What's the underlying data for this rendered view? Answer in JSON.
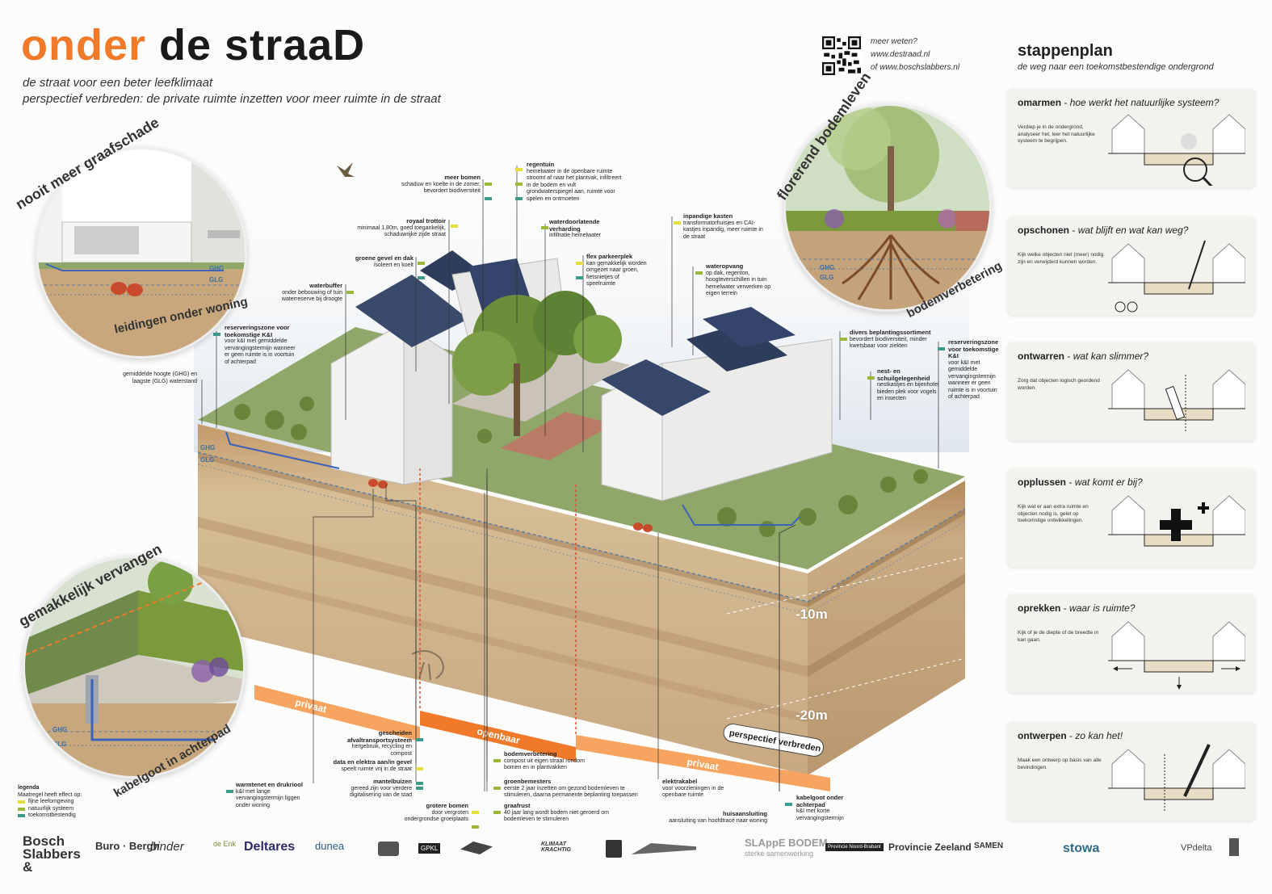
{
  "header": {
    "title_part1": "onder",
    "title_part2": "de straaD",
    "subtitle1": "de straat voor een beter leefklimaat",
    "subtitle2": "perspectief verbreden: de private ruimte inzetten voor meer ruimte in de straat",
    "info_label": "meer weten?",
    "info_url1": "www.destraad.nl",
    "info_url2": "of www.boschslabbers.nl"
  },
  "circles": {
    "top_left_title": "nooit meer graafschade",
    "top_left_caption": "leidingen onder woning",
    "top_right_title": "florerend bodemleven",
    "top_right_caption": "bodemverbetering",
    "bottom_left_title": "gemakkelijk vervangen",
    "bottom_left_caption": "kabelgoot in achterpad",
    "ghg": "GHG",
    "glg": "GLG"
  },
  "steps": {
    "heading": "stappenplan",
    "subheading": "de weg naar een toekomstbestendige ondergrond",
    "items": [
      {
        "title": "omarmen",
        "question": "hoe werkt het natuurlijke systeem?",
        "desc": "Verdiep je in de ondergrond, analyseer het, leer het natuurlijke systeem te begrijpen."
      },
      {
        "title": "opschonen",
        "question": "wat blijft en wat kan weg?",
        "desc": "Kijk welke objecten niet (meer) nodig zijn en verwijderd kunnen worden."
      },
      {
        "title": "ontwarren",
        "question": "wat kan slimmer?",
        "desc": "Zorg dat objecten logisch geordend worden."
      },
      {
        "title": "opplussen",
        "question": "wat komt er bij?",
        "desc": "Kijk wat er aan extra ruimte en objecten nodig is, gelet op toekomstige ontwikkelingen."
      },
      {
        "title": "oprekken",
        "question": "waar is ruimte?",
        "desc": "Kijk of je de diepte of de breedte in kan gaan."
      },
      {
        "title": "ontwerpen",
        "question": "zo kan het!",
        "desc": "Maak een ontwerp op basis van alle bevindingen."
      }
    ]
  },
  "annotations": {
    "meer_bomen": {
      "title": "meer bomen",
      "text": "schaduw en koelte in de zomer, bevordert biodiversiteit"
    },
    "regentuin": {
      "title": "regentuin",
      "text": "hemelwater in de openbare ruimte stroomt af naar het plantvak, infiltreert in de bodem en vult grondwaterspiegel aan, ruimte voor spelen en ontmoeten"
    },
    "royaal_trottoir": {
      "title": "royaal trottoir",
      "text": "minimaal 1,80m, goed toegankelijk, schaduwrijke zijde straat"
    },
    "waterdoorlatende": {
      "title": "waterdoorlatende verharding",
      "text": "infiltratie hemelwater"
    },
    "inpandige_kasten": {
      "title": "inpandige kasten",
      "text": "transformatorhuisjes en CAI-kastjes inpandig, meer ruimte in de straat"
    },
    "groene_gevel": {
      "title": "groene gevel en dak",
      "text": "isoleert en koelt"
    },
    "flex_parkeerplek": {
      "title": "flex parkeerplek",
      "text": "kan gemakkelijk worden omgezet naar groen, fietsnietjes of speelruimte"
    },
    "wateropvang": {
      "title": "wateropvang",
      "text": "op dak, regenton, hoogteverschillen in tuin hemelwater verwerken op eigen terrein"
    },
    "waterbuffer": {
      "title": "waterbuffer",
      "text": "onder bebouwing of tuin waterreserve bij droogte"
    },
    "reserveringszone_left": {
      "title": "reserveringszone voor toekomstige K&I",
      "text": "voor k&I met gemiddelde vervangingstermijn wanneer er geen ruimte is in voortuin of achterpad"
    },
    "gemiddelde_hoogte": {
      "title": "",
      "text": "gemiddelde hoogte (GHG) en laagste (GLG) waterstand"
    },
    "divers_beplanting": {
      "title": "divers beplantingssortiment",
      "text": "bevordert biodiversiteit, minder kwetsbaar voor ziekten"
    },
    "reserveringszone_right": {
      "title": "reserveringszone voor toekomstige K&I",
      "text": "voor k&I met gemiddelde vervangingstermijn wanneer er geen ruimte is in voortuin of achterpad"
    },
    "nest_schuil": {
      "title": "nest- en schuilgelegenheid",
      "text": "nestkastjes en bijenhotel bieden plek voor vogels en insecten"
    },
    "gescheiden": {
      "title": "gescheiden afvaltransportsysteem",
      "text": "hergebruik, recycling en compost"
    },
    "data_elektra": {
      "title": "data en elektra aan/in gevel",
      "text": "speelt ruimte vrij in de straat"
    },
    "mantelbuizen": {
      "title": "mantelbuizen",
      "text": "gereed zijn voor verdere digitalisering van de stad"
    },
    "warmtenet": {
      "title": "warmtenet en drukriool",
      "text": "k&I met lange vervangingstermijn liggen onder woning"
    },
    "grotere_bomen": {
      "title": "grotere bomen",
      "text": "door vergroten ondergrondse groeiplaats"
    },
    "bodemverbetering": {
      "title": "bodemverbetering",
      "text": "compost uit eigen straat rondom bomen en in plantvakken"
    },
    "groenbemesters": {
      "title": "groenbemesters",
      "text": "eerste 2 jaar inzetten om gezond bodemleven te stimuleren, daarna permanente beplanting toepassen"
    },
    "graafrust": {
      "title": "graafrust",
      "text": "40 jaar lang wordt bodem niet geroerd om bodemleven te stimuleren"
    },
    "elektrakabel": {
      "title": "elektrakabel",
      "text": "voor voorzieningen in de openbare ruimte"
    },
    "huisaansluiting": {
      "title": "huisaansluiting",
      "text": "aansluiting van hoofdtracé naar woning"
    },
    "kabelgoot": {
      "title": "kabelgoot onder achterpad",
      "text": "k&I met korte vervangingstermijn"
    }
  },
  "diagram": {
    "depth_10": "-10m",
    "depth_20": "-20m",
    "band_privaat_left": "privaat",
    "band_openbaar": "openbaar",
    "band_privaat_right": "privaat",
    "perspectief": "perspectief verbreden",
    "ghg": "GHG",
    "glg": "GLG"
  },
  "legend": {
    "title": "legenda",
    "subtitle": "Maatregel heeft effect op:",
    "items": [
      {
        "label": "fijne leefomgeving",
        "color": "#e6de3c"
      },
      {
        "label": "natuurlijk systeem",
        "color": "#9bb83a"
      },
      {
        "label": "toekomstbestendig",
        "color": "#3e9a8a"
      }
    ]
  },
  "logos": [
    "Bosch Slabbers &",
    "Buro · Bergh",
    "binder",
    "de Enk",
    "Deltares",
    "dunea",
    "GPKL",
    "KLIMAAT KRACHTIG",
    "SLAppE BODEM",
    "sterke samenwerking",
    "Provincie Noord-Brabant",
    "Provincie Zeeland",
    "SAMEN",
    "stowa",
    "VPdelta"
  ],
  "colors": {
    "accent_orange": "#f07a2a",
    "soil": "#c9a77c",
    "ground_dark": "#8a6a45",
    "grass": "#7a9a3c"
  }
}
